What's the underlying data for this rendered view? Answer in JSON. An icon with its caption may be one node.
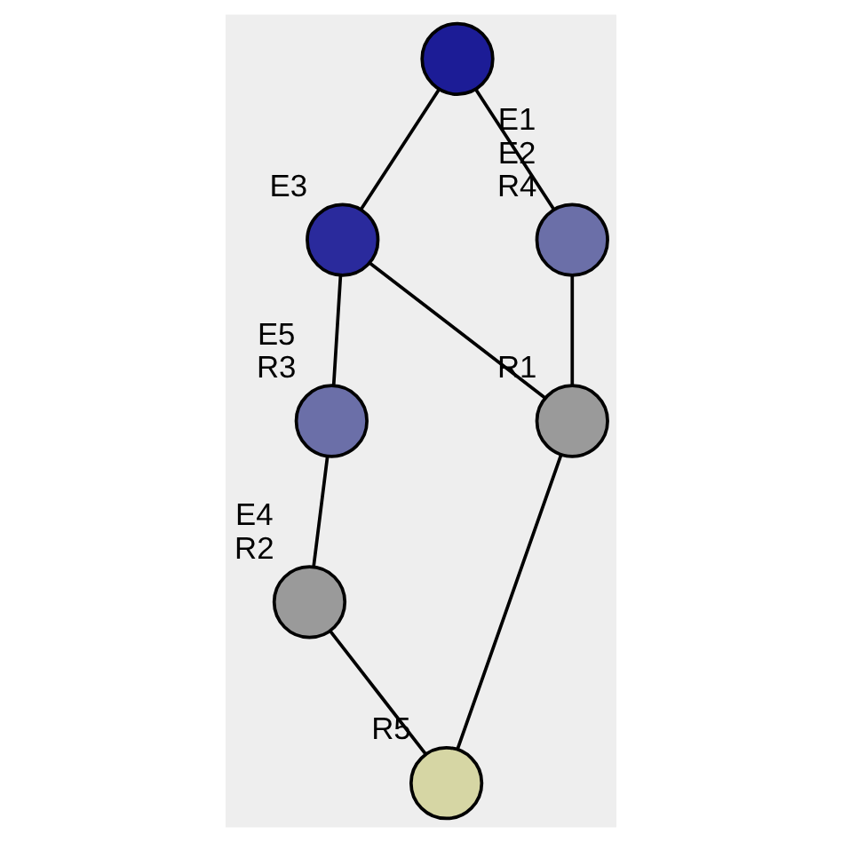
{
  "diagram": {
    "nodes": [
      {
        "text": [],
        "shape": "circle"
      },
      {
        "text": [],
        "shape": "circle",
        "beside": [
          "E3"
        ]
      },
      {
        "text": [],
        "shape": "circle",
        "beside": [
          "E1",
          "E2",
          "R4"
        ]
      },
      {
        "text": [],
        "shape": "circle",
        "beside": [
          "E5",
          "R3"
        ]
      },
      {
        "text": [],
        "shape": "circle",
        "beside": [
          "E4",
          "R2"
        ]
      },
      {
        "text": [],
        "shape": "circle",
        "beside": [
          "R1"
        ]
      },
      {
        "text": [],
        "shape": "circle",
        "beside": [
          "R5"
        ]
      }
    ],
    "edges": [
      {
        "from": 0,
        "to": 1,
        "arrow": "none"
      },
      {
        "from": 0,
        "to": 2,
        "arrow": "none"
      },
      {
        "from": 1,
        "to": 3,
        "arrow": "none"
      },
      {
        "from": 1,
        "to": 5,
        "arrow": "none"
      },
      {
        "from": 3,
        "to": 4,
        "arrow": "none"
      },
      {
        "from": 2,
        "to": 5,
        "arrow": "none"
      },
      {
        "from": 4,
        "to": 6,
        "arrow": "none"
      },
      {
        "from": 5,
        "to": 6,
        "arrow": "none"
      }
    ]
  }
}
